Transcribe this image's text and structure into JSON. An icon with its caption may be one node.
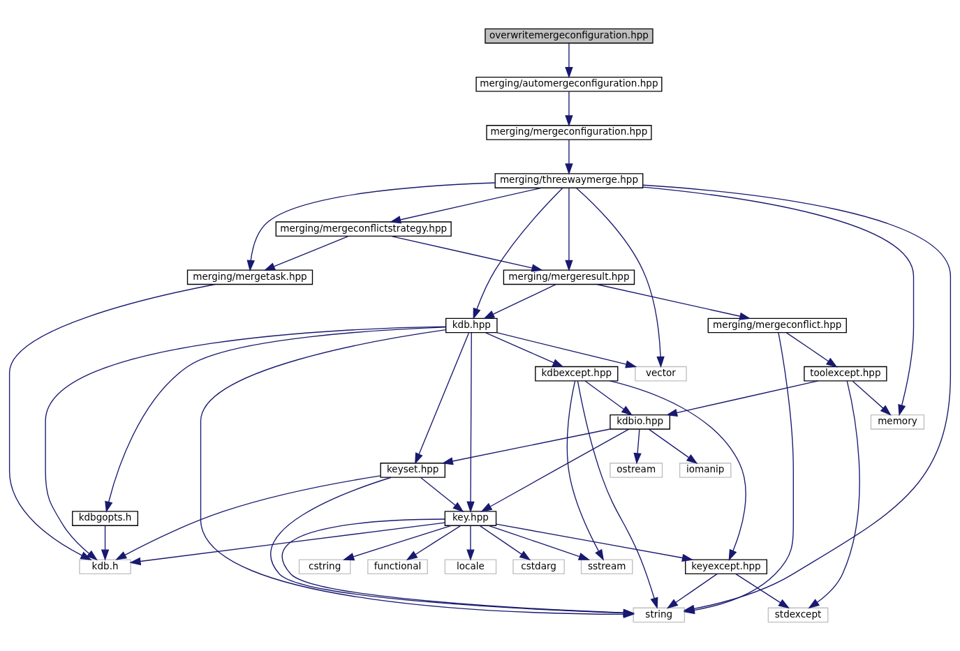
{
  "diagram": {
    "nodes": [
      {
        "text": [
          "overwritemergeconfiguration.hpp"
        ]
      },
      {
        "text": [
          "merging/automergeconfiguration.hpp"
        ]
      },
      {
        "text": [
          "merging/mergeconfiguration.hpp"
        ]
      },
      {
        "text": [
          "merging/threewaymerge.hpp"
        ]
      },
      {
        "text": [
          "merging/mergeconflictstrategy.hpp"
        ]
      },
      {
        "text": [
          "merging/mergetask.hpp"
        ]
      },
      {
        "text": [
          "merging/mergeresult.hpp"
        ]
      },
      {
        "text": [
          "kdb.hpp"
        ]
      },
      {
        "text": [
          "merging/mergeconflict.hpp"
        ]
      },
      {
        "text": [
          "kdbexcept.hpp"
        ]
      },
      {
        "text": [
          "vector"
        ]
      },
      {
        "text": [
          "toolexcept.hpp"
        ]
      },
      {
        "text": [
          "kdbio.hpp"
        ]
      },
      {
        "text": [
          "memory"
        ]
      },
      {
        "text": [
          "keyset.hpp"
        ]
      },
      {
        "text": [
          "iomanip"
        ]
      },
      {
        "text": [
          "ostream"
        ]
      },
      {
        "text": [
          "kdbgopts.h"
        ]
      },
      {
        "text": [
          "key.hpp"
        ]
      },
      {
        "text": [
          "kdb.h"
        ]
      },
      {
        "text": [
          "locale"
        ]
      },
      {
        "text": [
          "cstdarg"
        ]
      },
      {
        "text": [
          "cstring"
        ]
      },
      {
        "text": [
          "functional"
        ]
      },
      {
        "text": [
          "sstream"
        ]
      },
      {
        "text": [
          "keyexcept.hpp"
        ]
      },
      {
        "text": [
          "string"
        ]
      },
      {
        "text": [
          "stdexcept"
        ]
      }
    ],
    "edges": [
      {
        "from": 0,
        "to": 1,
        "arrow": "to"
      },
      {
        "from": 1,
        "to": 2,
        "arrow": "to"
      },
      {
        "from": 2,
        "to": 3,
        "arrow": "to"
      },
      {
        "from": 3,
        "to": 5,
        "arrow": "to"
      },
      {
        "from": 3,
        "to": 7,
        "arrow": "to"
      },
      {
        "from": 3,
        "to": 4,
        "arrow": "to"
      },
      {
        "from": 3,
        "to": 6,
        "arrow": "to"
      },
      {
        "from": 3,
        "to": 10,
        "arrow": "to"
      },
      {
        "from": 3,
        "to": 26,
        "arrow": "to"
      },
      {
        "from": 3,
        "to": 13,
        "arrow": "to"
      },
      {
        "from": 4,
        "to": 5,
        "arrow": "to"
      },
      {
        "from": 4,
        "to": 6,
        "arrow": "to"
      },
      {
        "from": 5,
        "to": 19,
        "arrow": "to"
      },
      {
        "from": 6,
        "to": 7,
        "arrow": "to"
      },
      {
        "from": 6,
        "to": 8,
        "arrow": "to"
      },
      {
        "from": 7,
        "to": 17,
        "arrow": "to"
      },
      {
        "from": 7,
        "to": 19,
        "arrow": "to"
      },
      {
        "from": 7,
        "to": 26,
        "arrow": "to"
      },
      {
        "from": 7,
        "to": 14,
        "arrow": "to"
      },
      {
        "from": 7,
        "to": 18,
        "arrow": "to"
      },
      {
        "from": 7,
        "to": 9,
        "arrow": "to"
      },
      {
        "from": 7,
        "to": 10,
        "arrow": "to"
      },
      {
        "from": 8,
        "to": 26,
        "arrow": "to"
      },
      {
        "from": 8,
        "to": 11,
        "arrow": "to"
      },
      {
        "from": 9,
        "to": 12,
        "arrow": "to"
      },
      {
        "from": 9,
        "to": 24,
        "arrow": "to"
      },
      {
        "from": 9,
        "to": 26,
        "arrow": "to"
      },
      {
        "from": 9,
        "to": 25,
        "arrow": "to"
      },
      {
        "from": 11,
        "to": 12,
        "arrow": "to"
      },
      {
        "from": 11,
        "to": 13,
        "arrow": "to"
      },
      {
        "from": 11,
        "to": 27,
        "arrow": "to"
      },
      {
        "from": 12,
        "to": 14,
        "arrow": "to"
      },
      {
        "from": 12,
        "to": 18,
        "arrow": "to"
      },
      {
        "from": 12,
        "to": 15,
        "arrow": "to"
      },
      {
        "from": 12,
        "to": 16,
        "arrow": "to"
      },
      {
        "from": 14,
        "to": 19,
        "arrow": "to"
      },
      {
        "from": 14,
        "to": 26,
        "arrow": "to"
      },
      {
        "from": 14,
        "to": 18,
        "arrow": "to"
      },
      {
        "from": 17,
        "to": 19,
        "arrow": "to"
      },
      {
        "from": 18,
        "to": 19,
        "arrow": "to"
      },
      {
        "from": 18,
        "to": 26,
        "arrow": "to"
      },
      {
        "from": 18,
        "to": 20,
        "arrow": "to"
      },
      {
        "from": 18,
        "to": 21,
        "arrow": "to"
      },
      {
        "from": 18,
        "to": 22,
        "arrow": "to"
      },
      {
        "from": 18,
        "to": 23,
        "arrow": "to"
      },
      {
        "from": 18,
        "to": 24,
        "arrow": "to"
      },
      {
        "from": 18,
        "to": 25,
        "arrow": "to"
      },
      {
        "from": 25,
        "to": 26,
        "arrow": "to"
      },
      {
        "from": 25,
        "to": 27,
        "arrow": "to"
      }
    ]
  }
}
